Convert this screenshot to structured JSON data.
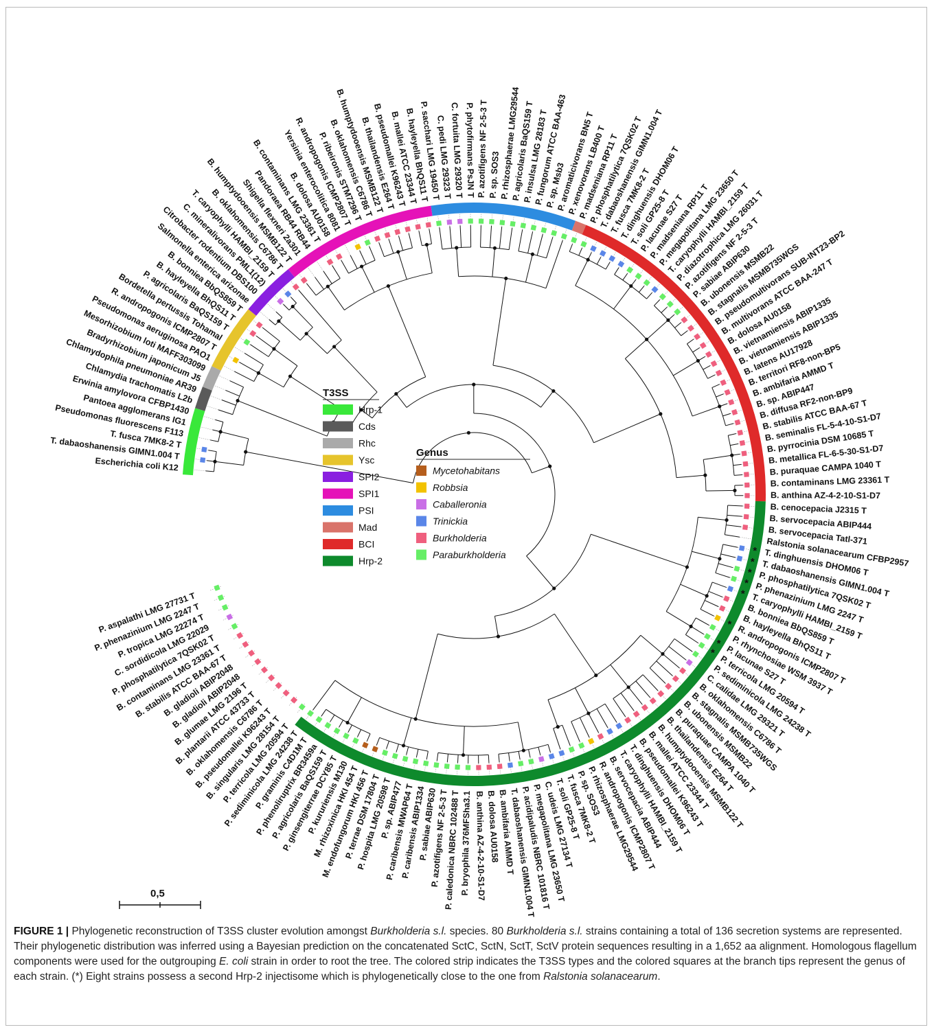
{
  "figure": {
    "caption_label": "FIGURE 1 |",
    "caption_parts": [
      {
        "text": "Phylogenetic reconstruction of T3SS cluster evolution amongst ",
        "italic": false
      },
      {
        "text": "Burkholderia s.l.",
        "italic": true
      },
      {
        "text": " species. 80 ",
        "italic": false
      },
      {
        "text": "Burkholderia s.l.",
        "italic": true
      },
      {
        "text": " strains containing a total of 136 secretion systems are represented. Their phylogenetic distribution was inferred using a Bayesian prediction on the concatenated SctC, SctN, SctT, SctV protein sequences resulting in a 1,652 aa alignment. Homologous flagellum components were used for the outgrouping ",
        "italic": false
      },
      {
        "text": "E. coli",
        "italic": true
      },
      {
        "text": " strain in order to root the tree. The colored strip indicates the T3SS types and the colored squares at the branch tips represent the genus of each strain. (*) Eight strains possess a second Hrp-2 injectisome which is phylogenetically close to the one from ",
        "italic": false
      },
      {
        "text": "Ralstonia solanacearum",
        "italic": true
      },
      {
        "text": ".",
        "italic": false
      }
    ],
    "scale_bar_label": "0,5"
  },
  "colors": {
    "T3SS": {
      "Hrp-1": "#39e83a",
      "Cds": "#5a5a5a",
      "Rhc": "#aaaaaa",
      "Ysc": "#e6c42c",
      "SPI2": "#8a1fe0",
      "SPI1": "#e512b8",
      "PSI": "#2d8ce0",
      "Mad": "#d9736a",
      "BCI": "#df2a2a",
      "Hrp-2": "#0e8a2c"
    },
    "Genus": {
      "Mycetohabitans": "#b55e1c",
      "Robbsia": "#f2c200",
      "Caballeronia": "#c96fe6",
      "Trinickia": "#5a86e8",
      "Burkholderia": "#ef5f7e",
      "Paraburkholderia": "#66ee66"
    }
  },
  "legend": {
    "t3ss_title": "T3SS",
    "t3ss_items": [
      "Hrp-1",
      "Cds",
      "Rhc",
      "Ysc",
      "SPI2",
      "SPI1",
      "PSI",
      "Mad",
      "BCI",
      "Hrp-2"
    ],
    "genus_title": "Genus",
    "genus_items": [
      "Mycetohabitans",
      "Robbsia",
      "Caballeronia",
      "Trinickia",
      "Burkholderia",
      "Paraburkholderia"
    ]
  },
  "tree": {
    "strip": [
      {
        "type": "Hrp-1",
        "from": 0,
        "to": 5
      },
      {
        "type": "Cds",
        "from": 6,
        "to": 7
      },
      {
        "type": "Rhc",
        "from": 8,
        "to": 9
      },
      {
        "type": "Ysc",
        "from": 10,
        "to": 15
      },
      {
        "type": "SPI2",
        "from": 16,
        "to": 20
      },
      {
        "type": "SPI1",
        "from": 21,
        "to": 34
      },
      {
        "type": "PSI",
        "from": 35,
        "to": 47
      },
      {
        "type": "Mad",
        "from": 48,
        "to": 48
      },
      {
        "type": "BCI",
        "from": 49,
        "to": 79
      },
      {
        "type": "Hrp-2",
        "from": 80,
        "to": 136
      }
    ],
    "tips": [
      {
        "label": "Escherichia coli K12",
        "genus": null
      },
      {
        "label": "T. dabaoshanensis GIMN1.004 T",
        "genus": "Trinickia"
      },
      {
        "label": "T. fusca 7MK8-2 T",
        "genus": "Trinickia"
      },
      {
        "label": "Pseudomonas fluorescens F113",
        "genus": null
      },
      {
        "label": "Pantoea agglomerans IG1",
        "genus": null
      },
      {
        "label": "Erwinia amylovora CFBP1430",
        "genus": null
      },
      {
        "label": "Chlamydia trachomatis L2b",
        "genus": null
      },
      {
        "label": "Chlamydophila pneumoniae AR39",
        "genus": null
      },
      {
        "label": "Bradyrhizobium japonicum J5",
        "genus": null
      },
      {
        "label": "Mesorhizobium loti MAFF303099",
        "genus": null
      },
      {
        "label": "Pseudomonas aeruginosa PAO1",
        "genus": null
      },
      {
        "label": "R. andropogonis ICMP2807 T",
        "genus": "Robbsia"
      },
      {
        "label": "Bordetella pertussis Tohamal",
        "genus": null
      },
      {
        "label": "P. agricolaris BaQS159 T",
        "genus": "Paraburkholderia"
      },
      {
        "label": "B. hayleyella BhQS11 T",
        "genus": "Burkholderia"
      },
      {
        "label": "B. bonniea BbQS859 T",
        "genus": "Burkholderia"
      },
      {
        "label": "Salmonella enterica arizonae",
        "genus": null
      },
      {
        "label": "Citrobacter rodentium DBS100",
        "genus": null
      },
      {
        "label": "C. mineralivorans PML1(12)",
        "genus": "Caballeronia"
      },
      {
        "label": "T. caryophylli HAMBI_2159 T",
        "genus": "Trinickia"
      },
      {
        "label": "B. oklahomensis C6786 T",
        "genus": "Burkholderia"
      },
      {
        "label": "B. humptydooensis MSMB122 T",
        "genus": "Burkholderia"
      },
      {
        "label": "Shigella flexneri 2a301",
        "genus": null
      },
      {
        "label": "Pandoraea RB44 RB44",
        "genus": null
      },
      {
        "label": "B. contaminans LMG 23361 T",
        "genus": "Burkholderia"
      },
      {
        "label": "B. dolosa AU0158",
        "genus": "Burkholderia"
      },
      {
        "label": "Yersinia enterocolitica 8081",
        "genus": null
      },
      {
        "label": "R. andropogonis ICMP2807 T",
        "genus": "Robbsia"
      },
      {
        "label": "P. ribeironis STM7296 T",
        "genus": "Paraburkholderia"
      },
      {
        "label": "B. oklahomensis C6786 T",
        "genus": "Burkholderia"
      },
      {
        "label": "B. humptydooensis MSMB122 T",
        "genus": "Burkholderia"
      },
      {
        "label": "B. thailandensis E264 T",
        "genus": "Burkholderia"
      },
      {
        "label": "B. pseudomallei K96243 T",
        "genus": "Burkholderia"
      },
      {
        "label": "B. mallei ATCC 23344 T",
        "genus": "Burkholderia"
      },
      {
        "label": "B. hayleyella BhQS11 T",
        "genus": "Burkholderia"
      },
      {
        "label": "P. sacchari LMG 19450 T",
        "genus": "Paraburkholderia"
      },
      {
        "label": "C. pedi LMG 29323 T",
        "genus": "Caballeronia"
      },
      {
        "label": "C. fortuita LMG 29320 T",
        "genus": "Caballeronia"
      },
      {
        "label": "P. phytofirmans PsJN T",
        "genus": "Paraburkholderia"
      },
      {
        "label": "P. azotifigens NF 2-5-3 T",
        "genus": "Paraburkholderia"
      },
      {
        "label": "P. sp. SOS3",
        "genus": "Paraburkholderia"
      },
      {
        "label": "P. rhizosphaerae LMG29544",
        "genus": "Paraburkholderia"
      },
      {
        "label": "P. agricolaris BaQS159 T",
        "genus": "Paraburkholderia"
      },
      {
        "label": "P. insulsa LMG 28183 T",
        "genus": "Paraburkholderia"
      },
      {
        "label": "P. fungorum ATCC BAA-463",
        "genus": "Paraburkholderia"
      },
      {
        "label": "P. sp. Msb3",
        "genus": "Paraburkholderia"
      },
      {
        "label": "P. aromaticivorans BN5 T",
        "genus": "Paraburkholderia"
      },
      {
        "label": "P. xenovorans LB400 T",
        "genus": "Paraburkholderia"
      },
      {
        "label": "P. madseniana RP11 T",
        "genus": "Paraburkholderia"
      },
      {
        "label": "P. phosphatilytica 7QSK02 T",
        "genus": "Paraburkholderia"
      },
      {
        "label": "T. dabaoshanensis GIMN1.004 T",
        "genus": "Trinickia"
      },
      {
        "label": "T. fusca 7MK8-2 T",
        "genus": "Trinickia"
      },
      {
        "label": "T. dinghuensis DHOM06 T",
        "genus": "Trinickia"
      },
      {
        "label": "T. soli GP25-8 T",
        "genus": "Trinickia"
      },
      {
        "label": "P. lacunae S27 T",
        "genus": "Paraburkholderia"
      },
      {
        "label": "P. madseniana RP11 T",
        "genus": "Paraburkholderia"
      },
      {
        "label": "P. megapolitana LMG 23650 T",
        "genus": "Paraburkholderia"
      },
      {
        "label": "T. caryophylli HAMBI_2159 T",
        "genus": "Trinickia"
      },
      {
        "label": "P. diazotrophica LMG 26031 T",
        "genus": "Paraburkholderia"
      },
      {
        "label": "P. azotifigens NF 2-5-3 T",
        "genus": "Paraburkholderia"
      },
      {
        "label": "P. sabiae ABIP630",
        "genus": "Paraburkholderia"
      },
      {
        "label": "B. ubonensis MSMB22",
        "genus": "Burkholderia"
      },
      {
        "label": "B. stagnalis MSMB735WGS",
        "genus": "Burkholderia"
      },
      {
        "label": "B. pseudomultivorans SUB-INT23-BP2",
        "genus": "Burkholderia"
      },
      {
        "label": "B. multivorans ATCC BAA-247 T",
        "genus": "Burkholderia"
      },
      {
        "label": "B. dolosa AU0158",
        "genus": "Burkholderia"
      },
      {
        "label": "B. vietnamiensis ABIP1335",
        "genus": "Burkholderia"
      },
      {
        "label": "B. vietnamiensis ABIP1335",
        "genus": "Burkholderia"
      },
      {
        "label": "B. latens AU17928",
        "genus": "Burkholderia"
      },
      {
        "label": "B. territori RF8-non-BP5",
        "genus": "Burkholderia"
      },
      {
        "label": "B. ambifaria AMMD T",
        "genus": "Burkholderia"
      },
      {
        "label": "B. sp. ABIP447",
        "genus": "Burkholderia"
      },
      {
        "label": "B. diffusa RF2-non-BP9",
        "genus": "Burkholderia"
      },
      {
        "label": "B. stabilis ATCC BAA-67 T",
        "genus": "Burkholderia"
      },
      {
        "label": "B. seminalis FL-5-4-10-S1-D7",
        "genus": "Burkholderia"
      },
      {
        "label": "B. pyrrocinia DSM 10685 T",
        "genus": "Burkholderia"
      },
      {
        "label": "B. metallica FL-6-5-30-S1-D7",
        "genus": "Burkholderia"
      },
      {
        "label": "B. puraquae CAMPA 1040 T",
        "genus": "Burkholderia"
      },
      {
        "label": "B. contaminans LMG 23361 T",
        "genus": "Burkholderia"
      },
      {
        "label": "B. anthina AZ-4-2-10-S1-D7",
        "genus": "Burkholderia"
      },
      {
        "label": "B. cenocepacia J2315 T",
        "genus": "Burkholderia"
      },
      {
        "label": "B. servocepacia ABIP444",
        "genus": "Burkholderia"
      },
      {
        "label": "B. servocepacia Tatl-371",
        "genus": "Burkholderia"
      },
      {
        "label": "Ralstonia solanacearum CFBP2957",
        "genus": null
      },
      {
        "label": "T. dinghuensis DHOM06 T",
        "genus": "Trinickia",
        "star": true
      },
      {
        "label": "T. dabaoshanensis GIMN1.004 T",
        "genus": "Trinickia",
        "star": true
      },
      {
        "label": "P. phosphatilytica 7QSK02 T",
        "genus": "Paraburkholderia",
        "star": true
      },
      {
        "label": "P. phenazinium LMG 2247 T",
        "genus": "Paraburkholderia",
        "star": true
      },
      {
        "label": "T. caryophylli HAMBI_2159 T",
        "genus": "Trinickia",
        "star": true
      },
      {
        "label": "B. bonniea BbQS859 T",
        "genus": "Burkholderia"
      },
      {
        "label": "B. hayleyella BhQS11 T",
        "genus": "Burkholderia"
      },
      {
        "label": "R. andropogonis ICMP2807 T",
        "genus": "Robbsia",
        "star": true
      },
      {
        "label": "P. rhynchosiae WSM 3937 T",
        "genus": "Paraburkholderia"
      },
      {
        "label": "P. lacunae S27 T",
        "genus": "Paraburkholderia",
        "star": true
      },
      {
        "label": "P. terricola LMG 20594 T",
        "genus": "Paraburkholderia",
        "star": true
      },
      {
        "label": "P. sediminicola LMG 24238 T",
        "genus": "Paraburkholderia"
      },
      {
        "label": "C. calidae LMG 29321 T",
        "genus": "Caballeronia"
      },
      {
        "label": "B. oklahomensis C6786 T",
        "genus": "Burkholderia"
      },
      {
        "label": "B. stagnalis MSMB735WGS",
        "genus": "Burkholderia"
      },
      {
        "label": "B. ubonensis MSMB22",
        "genus": "Burkholderia"
      },
      {
        "label": "B. puraquae CAMPA 1040 T",
        "genus": "Burkholderia"
      },
      {
        "label": "B. thailandensis E264 T",
        "genus": "Burkholderia"
      },
      {
        "label": "B. humptydooensis MSMB122 T",
        "genus": "Burkholderia"
      },
      {
        "label": "B. mallei ATCC 23344 T",
        "genus": "Burkholderia"
      },
      {
        "label": "B. pseudomallei K96243 T",
        "genus": "Burkholderia"
      },
      {
        "label": "T. dinghuensis DHOM06 T",
        "genus": "Trinickia"
      },
      {
        "label": "T. caryophylli HAMBI_2159 T",
        "genus": "Trinickia"
      },
      {
        "label": "B. servocepacia ABIP444",
        "genus": "Burkholderia"
      },
      {
        "label": "R. andropogonis ICMP2807 T",
        "genus": "Robbsia"
      },
      {
        "label": "P. rhizosphaerae LMG29544",
        "genus": "Paraburkholderia"
      },
      {
        "label": "P. sp. SOS3",
        "genus": "Paraburkholderia"
      },
      {
        "label": "T. fusca 7MK8-2 T",
        "genus": "Trinickia"
      },
      {
        "label": "T. soli GP25-8 T",
        "genus": "Trinickia"
      },
      {
        "label": "C. udeis LMG 27134 T",
        "genus": "Caballeronia"
      },
      {
        "label": "P. megapolitana LMG 23650 T",
        "genus": "Paraburkholderia"
      },
      {
        "label": "P. acidipaludis NBRC 101816 T",
        "genus": "Paraburkholderia"
      },
      {
        "label": "T. dabaoshanensis GIMN1.004 T",
        "genus": "Trinickia"
      },
      {
        "label": "B. ambifaria AMMD T",
        "genus": "Burkholderia"
      },
      {
        "label": "B. dolosa AU0158",
        "genus": "Burkholderia"
      },
      {
        "label": "B. anthina AZ-4-2-10-S1-D7",
        "genus": "Burkholderia"
      },
      {
        "label": "P. bryophila 376MFSha3.1",
        "genus": "Paraburkholderia"
      },
      {
        "label": "P. caledonica NBRC 102488 T",
        "genus": "Paraburkholderia"
      },
      {
        "label": "P. azotifigens NF 2-5-3 T",
        "genus": "Paraburkholderia"
      },
      {
        "label": "P. sabiae ABIP630",
        "genus": "Paraburkholderia"
      },
      {
        "label": "P. caribensis ABIP1334",
        "genus": "Paraburkholderia"
      },
      {
        "label": "P. caribensis MWAP64 T",
        "genus": "Paraburkholderia"
      },
      {
        "label": "P. sp. ABIP477",
        "genus": "Paraburkholderia"
      },
      {
        "label": "P. hospita LMG 20598 T",
        "genus": "Paraburkholderia"
      },
      {
        "label": "P. terrae DSM 17804 T",
        "genus": "Paraburkholderia"
      },
      {
        "label": "M. endofungorum HKI 456 T",
        "genus": "Mycetohabitans"
      },
      {
        "label": "M. rhizoxinica HKI 454 T",
        "genus": "Mycetohabitans"
      },
      {
        "label": "P. kururiensis M130",
        "genus": "Paraburkholderia"
      },
      {
        "label": "P. ginsengiterrae DCY85 T",
        "genus": "Paraburkholderia"
      },
      {
        "label": "P. agricolaris BaQS159 T",
        "genus": "Paraburkholderia"
      },
      {
        "label": "P. phenoliruptrix BR3459a",
        "genus": "Paraburkholderia"
      },
      {
        "label": "P. graminis C4D1M T",
        "genus": "Paraburkholderia"
      },
      {
        "label": "P. sediminicola LMG 24238 T",
        "genus": "Paraburkholderia"
      },
      {
        "label": "P. terricola LMG 20594 T",
        "genus": "Paraburkholderia"
      },
      {
        "label": "B. singularis LMG 28154 T",
        "genus": "Burkholderia"
      },
      {
        "label": "B. pseudomallei K96243 T",
        "genus": "Burkholderia"
      },
      {
        "label": "B. oklahomensis C6786 T",
        "genus": "Burkholderia"
      },
      {
        "label": "B. plantarii ATCC 43733 T",
        "genus": "Burkholderia"
      },
      {
        "label": "B. glumae LMG 2196 T",
        "genus": "Burkholderia"
      },
      {
        "label": "B. gladioli ABIP2048",
        "genus": "Burkholderia"
      },
      {
        "label": "B. gladioli ABIP2048",
        "genus": "Burkholderia"
      },
      {
        "label": "B. stabilis ATCC BAA-67 T",
        "genus": "Burkholderia"
      },
      {
        "label": "B. contaminans LMG 23361 T",
        "genus": "Burkholderia"
      },
      {
        "label": "P. phosphatilytica 7QSK02 T",
        "genus": "Paraburkholderia"
      },
      {
        "label": "C. sordidicola LMG 22029",
        "genus": "Caballeronia"
      },
      {
        "label": "P. tropica LMG 22274 T",
        "genus": "Paraburkholderia"
      },
      {
        "label": "P. phenazinium LMG 2247 T",
        "genus": "Paraburkholderia"
      },
      {
        "label": "P. aspalathi LMG 27731 T",
        "genus": "Paraburkholderia"
      }
    ]
  }
}
